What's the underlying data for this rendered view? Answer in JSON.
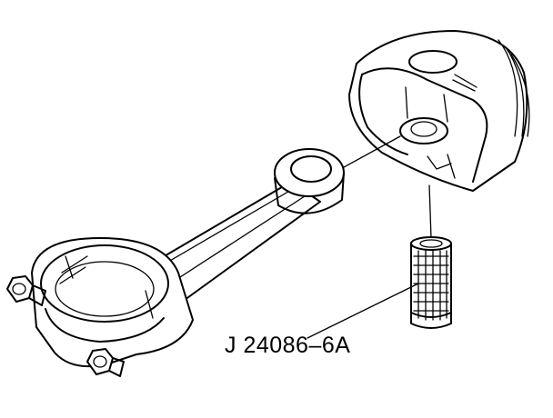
{
  "diagram": {
    "callout_label": "J 24086–6A",
    "line_color": "#000000",
    "background": "#ffffff",
    "parts": [
      "connecting-rod",
      "piston",
      "piston-pin",
      "rod-bolt",
      "rod-bolt"
    ]
  }
}
